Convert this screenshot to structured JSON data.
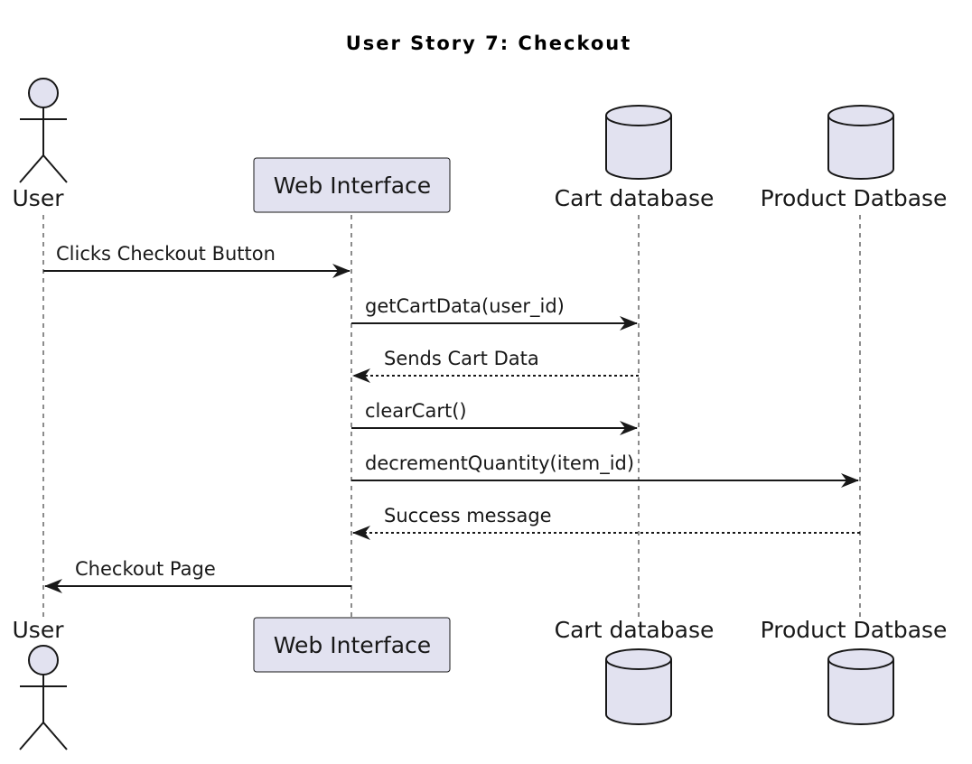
{
  "title": "User Story 7: Checkout",
  "participants": {
    "user": "User",
    "web": "Web Interface",
    "cart": "Cart database",
    "product": "Product Datbase"
  },
  "messages": [
    {
      "from": "user",
      "to": "web",
      "label": "Clicks Checkout Button",
      "style": "solid"
    },
    {
      "from": "web",
      "to": "cart",
      "label": "getCartData(user_id)",
      "style": "solid"
    },
    {
      "from": "cart",
      "to": "web",
      "label": "Sends Cart Data",
      "style": "dashed"
    },
    {
      "from": "web",
      "to": "cart",
      "label": "clearCart()",
      "style": "solid"
    },
    {
      "from": "web",
      "to": "product",
      "label": "decrementQuantity(item_id)",
      "style": "solid"
    },
    {
      "from": "product",
      "to": "web",
      "label": "Success message",
      "style": "dashed"
    },
    {
      "from": "web",
      "to": "user",
      "label": "Checkout Page",
      "style": "solid"
    }
  ],
  "colors": {
    "participant_fill": "#E2E2F0",
    "stroke": "#181818"
  }
}
